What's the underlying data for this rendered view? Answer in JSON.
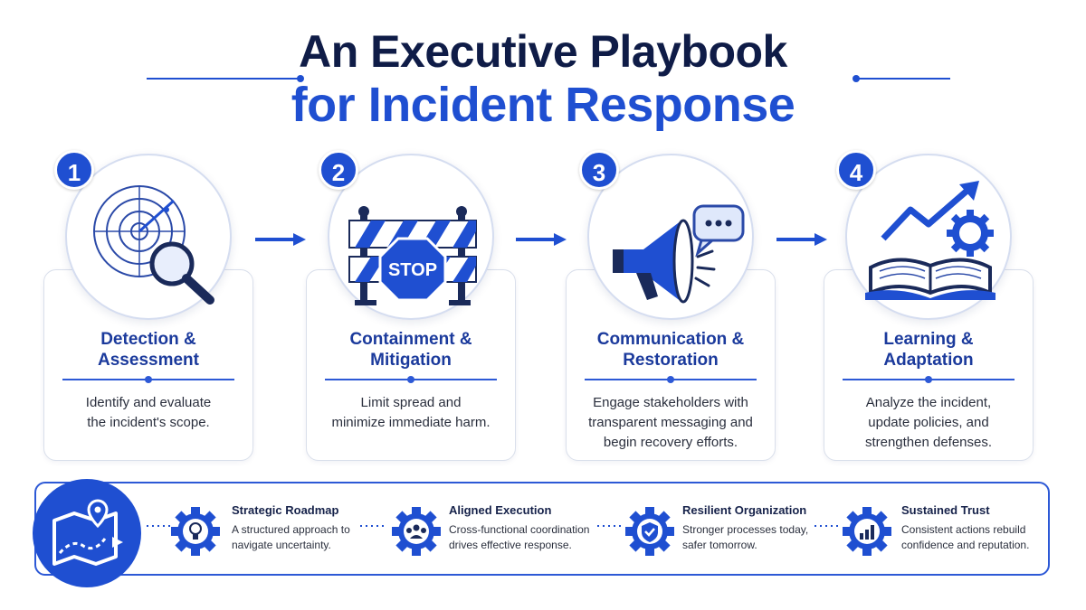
{
  "title": {
    "line1": "An Executive Playbook",
    "line2": "for Incident Response"
  },
  "colors": {
    "primary": "#1f4fd1",
    "navy": "#0f1c47",
    "card_border": "#d9dfeb"
  },
  "steps": [
    {
      "number": "1",
      "title_l1": "Detection &",
      "title_l2": "Assessment",
      "text_l1": "Identify and evaluate",
      "text_l2": "the incident's scope.",
      "text_l3": "",
      "icon": "radar-magnifier-icon"
    },
    {
      "number": "2",
      "title_l1": "Containment &",
      "title_l2": "Mitigation",
      "text_l1": "Limit spread and",
      "text_l2": "minimize immediate harm.",
      "text_l3": "",
      "icon": "stop-barrier-icon"
    },
    {
      "number": "3",
      "title_l1": "Communication &",
      "title_l2": "Restoration",
      "text_l1": "Engage stakeholders with",
      "text_l2": "transparent messaging and",
      "text_l3": "begin recovery efforts.",
      "icon": "megaphone-icon"
    },
    {
      "number": "4",
      "title_l1": "Learning &",
      "title_l2": "Adaptation",
      "text_l1": "Analyze the incident,",
      "text_l2": "update policies, and",
      "text_l3": "strengthen defenses.",
      "icon": "book-growth-icon"
    }
  ],
  "stop_sign_text": "STOP",
  "features": [
    {
      "title": "Strategic Roadmap",
      "text_l1": "A structured approach to",
      "text_l2": "navigate uncertainty.",
      "icon": "lightbulb-gear-icon"
    },
    {
      "title": "Aligned Execution",
      "text_l1": "Cross-functional coordination",
      "text_l2": "drives effective response.",
      "icon": "team-gear-icon"
    },
    {
      "title": "Resilient Organization",
      "text_l1": "Stronger processes today,",
      "text_l2": "safer tomorrow.",
      "icon": "shield-gear-icon"
    },
    {
      "title": "Sustained Trust",
      "text_l1": "Consistent actions rebuild",
      "text_l2": "confidence and reputation.",
      "icon": "chart-gear-icon"
    }
  ]
}
